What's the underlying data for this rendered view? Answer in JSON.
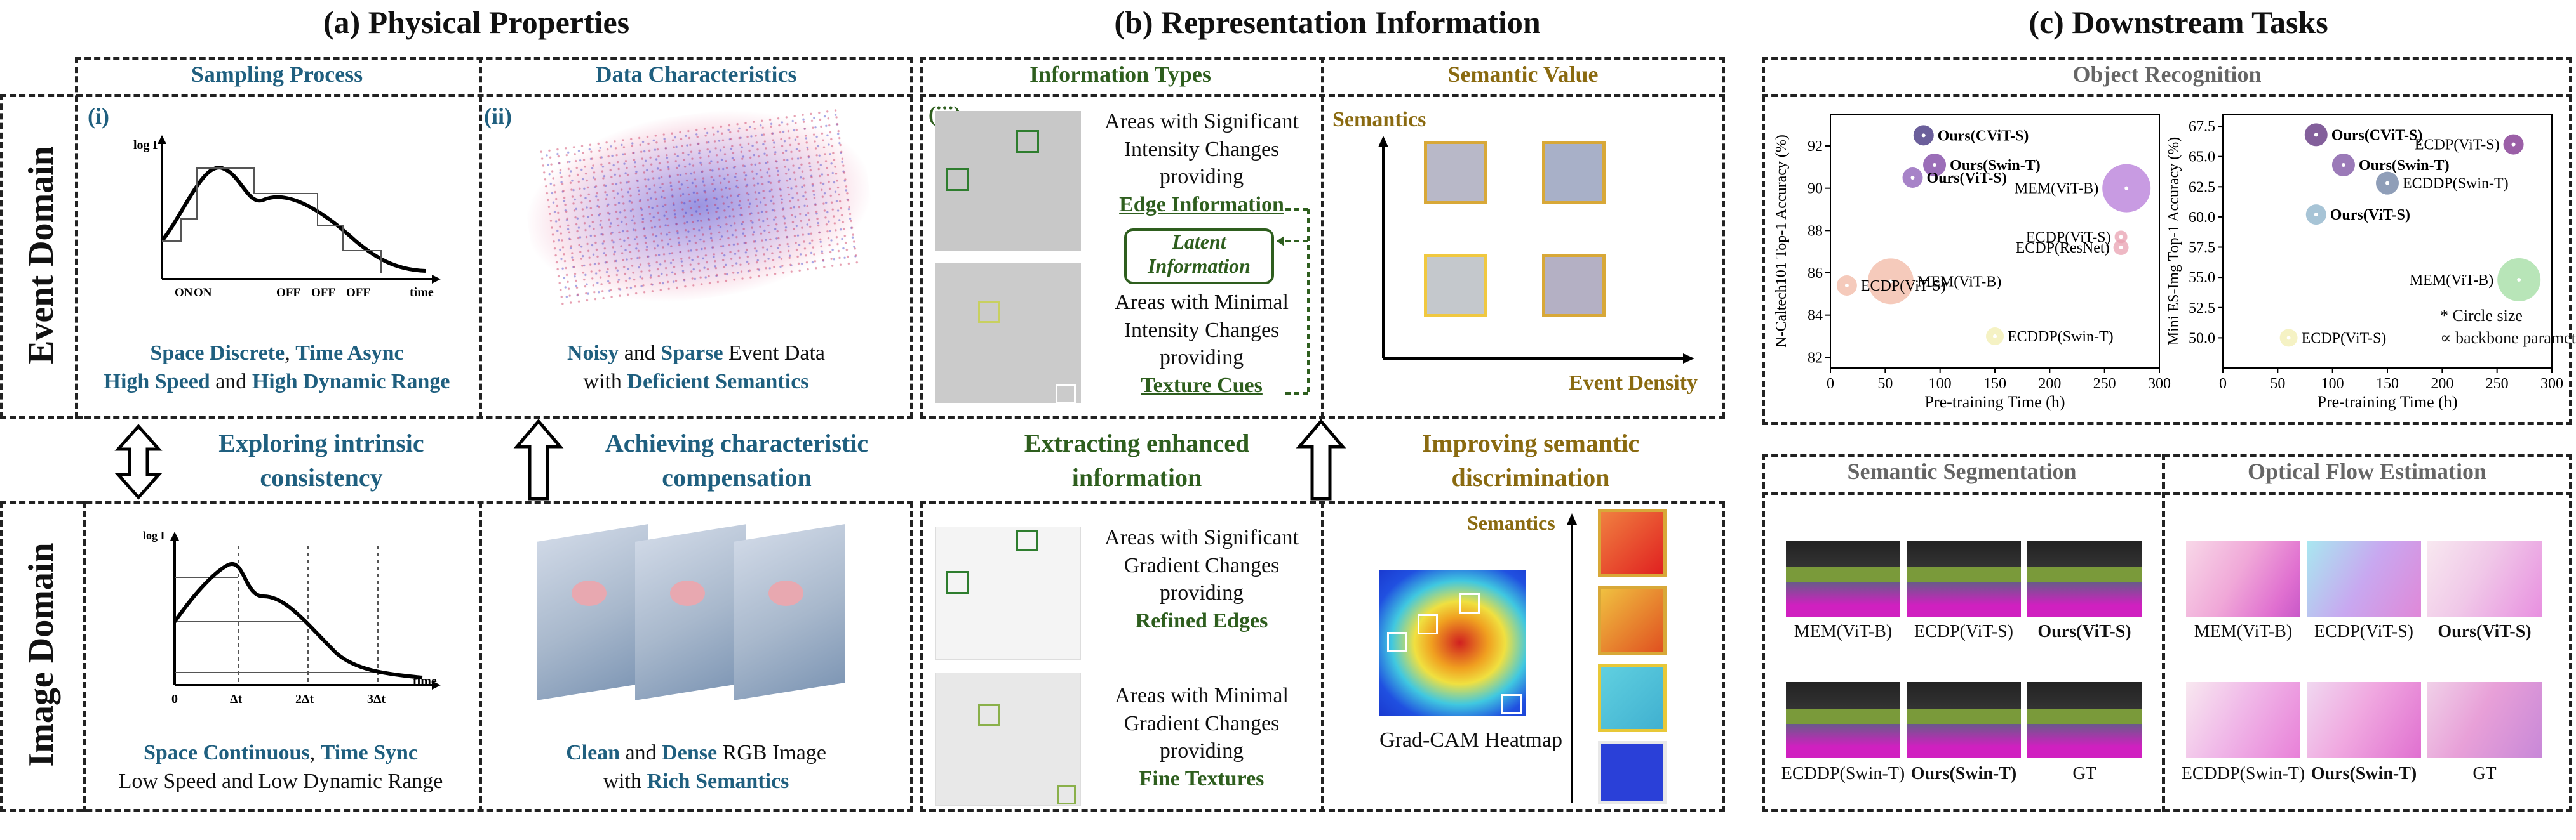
{
  "headers": {
    "a": "(a) Physical Properties",
    "b": "(b) Representation Information",
    "c": "(c) Downstream Tasks"
  },
  "domains": {
    "event": "Event Domain",
    "image": "Image Domain"
  },
  "panel_a": {
    "sampling_title": "Sampling Process",
    "data_title": "Data Characteristics",
    "tag_i": "(i)",
    "tag_ii": "(ii)",
    "event_curve": {
      "ylabel": "log I",
      "xlabel": "time",
      "ticks": [
        "ON",
        "ON",
        "OFF",
        "OFF",
        "OFF"
      ]
    },
    "image_curve": {
      "ylabel": "log I",
      "xlabel": "time",
      "ticks": [
        "0",
        "Δt",
        "2Δt",
        "3Δt"
      ]
    },
    "event_sampling_text": {
      "l1a": "Space Discrete",
      "l1b": ", ",
      "l1c": "Time Async",
      "l2a": "High Speed",
      "l2b": " and ",
      "l2c": "High Dynamic Range"
    },
    "event_data_text": {
      "l1a": "Noisy",
      "l1b": " and ",
      "l1c": "Sparse",
      "l1d": " Event Data",
      "l2a": "with ",
      "l2b": "Deficient Semantics"
    },
    "image_sampling_text": {
      "l1a": "Space Continuous",
      "l1b": ", ",
      "l1c": "Time Sync",
      "l2": "Low Speed and Low Dynamic Range"
    },
    "image_data_text": {
      "l1a": "Clean",
      "l1b": " and ",
      "l1c": "Dense",
      "l1d": " RGB Image",
      "l2a": "with ",
      "l2b": "Rich Semantics"
    },
    "arrow1": {
      "l1": "Exploring intrinsic",
      "l2": "consistency"
    },
    "arrow2": {
      "l1": "Achieving characteristic",
      "l2": "compensation"
    }
  },
  "panel_b": {
    "types_title": "Information Types",
    "semantic_title": "Semantic Value",
    "tag_iii": "(iii)",
    "event_sig": {
      "l1": "Areas with Significant",
      "l2": "Intensity Changes",
      "l3": "providing",
      "l4": "Edge Information"
    },
    "latent": {
      "l1": "Latent",
      "l2": "Information"
    },
    "event_min": {
      "l1": "Areas with Minimal",
      "l2": "Intensity Changes",
      "l3": "providing",
      "l4": "Texture Cues"
    },
    "axis_semantics": "Semantics",
    "axis_density": "Event Density",
    "arrow3": {
      "l1": "Extracting enhanced",
      "l2": "information"
    },
    "arrow4": {
      "l1": "Improving semantic",
      "l2": "discrimination"
    },
    "image_sig": {
      "l1": "Areas with Significant",
      "l2": "Gradient Changes",
      "l3": "providing",
      "l4": "Refined Edges"
    },
    "image_min": {
      "l1": "Areas with Minimal",
      "l2": "Gradient Changes",
      "l3": "providing",
      "l4": "Fine Textures"
    },
    "semantics_label": "Semantics",
    "gradcam": "Grad-CAM Heatmap"
  },
  "panel_c": {
    "obj_title": "Object Recognition",
    "seg_title": "Semantic Segmentation",
    "flow_title": "Optical Flow Estimation",
    "seg_captions": [
      "MEM(ViT-B)",
      "ECDP(ViT-S)",
      "Ours(ViT-S)",
      "ECDDP(Swin-T)",
      "Ours(Swin-T)",
      "GT"
    ],
    "flow_captions": [
      "MEM(ViT-B)",
      "ECDP(ViT-S)",
      "Ours(ViT-S)",
      "ECDDP(Swin-T)",
      "Ours(Swin-T)",
      "GT"
    ],
    "note": {
      "l1": "* Circle size",
      "l2": "∝ backbone parameters"
    }
  },
  "chart_data": [
    {
      "type": "scatter",
      "xlabel": "Pre-training Time (h)",
      "ylabel": "N-Caltech101 Top-1 Accuracy (%)",
      "xlim": [
        0,
        300
      ],
      "ylim": [
        81.5,
        93.5
      ],
      "xticks": [
        "0",
        "50",
        "100",
        "150",
        "200",
        "250",
        "300"
      ],
      "yticks": [
        "82",
        "84",
        "86",
        "88",
        "90",
        "92"
      ],
      "points": [
        {
          "label": "Ours(CViT-S)",
          "x": 85,
          "y": 92.5,
          "size": 16,
          "color": "#3a2a7a",
          "bold": true
        },
        {
          "label": "Ours(Swin-T)",
          "x": 95,
          "y": 91.1,
          "size": 18,
          "color": "#7a3ea0",
          "bold": true
        },
        {
          "label": "Ours(ViT-S)",
          "x": 75,
          "y": 90.5,
          "size": 16,
          "color": "#8a5ab5",
          "bold": true
        },
        {
          "label": "MEM(ViT-B)",
          "x": 270,
          "y": 90.0,
          "size": 38,
          "color": "#b57ad8",
          "bold": false
        },
        {
          "label": "ECDP(ViT-S)",
          "x": 265,
          "y": 87.7,
          "size": 10,
          "color": "#e8a0b0",
          "bold": false
        },
        {
          "label": "ECDP(ResNet)",
          "x": 265,
          "y": 87.2,
          "size": 12,
          "color": "#e8a0b0",
          "bold": false
        },
        {
          "label": "MEM(ViT-B)",
          "x": 55,
          "y": 85.6,
          "size": 36,
          "color": "#f2b8a4",
          "bold": false
        },
        {
          "label": "ECDP(ViT-S)",
          "x": 15,
          "y": 85.4,
          "size": 16,
          "color": "#f2b8a4",
          "bold": false
        },
        {
          "label": "ECDDP(Swin-T)",
          "x": 150,
          "y": 83.0,
          "size": 14,
          "color": "#f2eeb0",
          "bold": false
        }
      ]
    },
    {
      "type": "scatter",
      "xlabel": "Pre-training Time (h)",
      "ylabel": "Mini ES-Img Top-1 Accuracy (%)",
      "xlim": [
        0,
        300
      ],
      "ylim": [
        47.5,
        68.5
      ],
      "xticks": [
        "0",
        "50",
        "100",
        "150",
        "200",
        "250",
        "300"
      ],
      "yticks": [
        "50.0",
        "52.5",
        "55.0",
        "57.5",
        "60.0",
        "62.5",
        "65.0",
        "67.5"
      ],
      "points": [
        {
          "label": "Ours(CViT-S)",
          "x": 85,
          "y": 66.8,
          "size": 18,
          "color": "#5a2a7a",
          "bold": true
        },
        {
          "label": "ECDP(ViT-S)",
          "x": 265,
          "y": 66.0,
          "size": 16,
          "color": "#7a2a8a",
          "bold": false
        },
        {
          "label": "Ours(Swin-T)",
          "x": 110,
          "y": 64.3,
          "size": 18,
          "color": "#7a4ea0",
          "bold": true
        },
        {
          "label": "ECDDP(Swin-T)",
          "x": 150,
          "y": 62.8,
          "size": 18,
          "color": "#6a7ea0",
          "bold": false
        },
        {
          "label": "Ours(ViT-S)",
          "x": 85,
          "y": 60.2,
          "size": 16,
          "color": "#8ab0c8",
          "bold": true
        },
        {
          "label": "MEM(ViT-B)",
          "x": 270,
          "y": 54.8,
          "size": 34,
          "color": "#a0dca0",
          "bold": false
        },
        {
          "label": "ECDP(ViT-S)",
          "x": 60,
          "y": 50.0,
          "size": 14,
          "color": "#f2eeb0",
          "bold": false
        }
      ]
    }
  ]
}
